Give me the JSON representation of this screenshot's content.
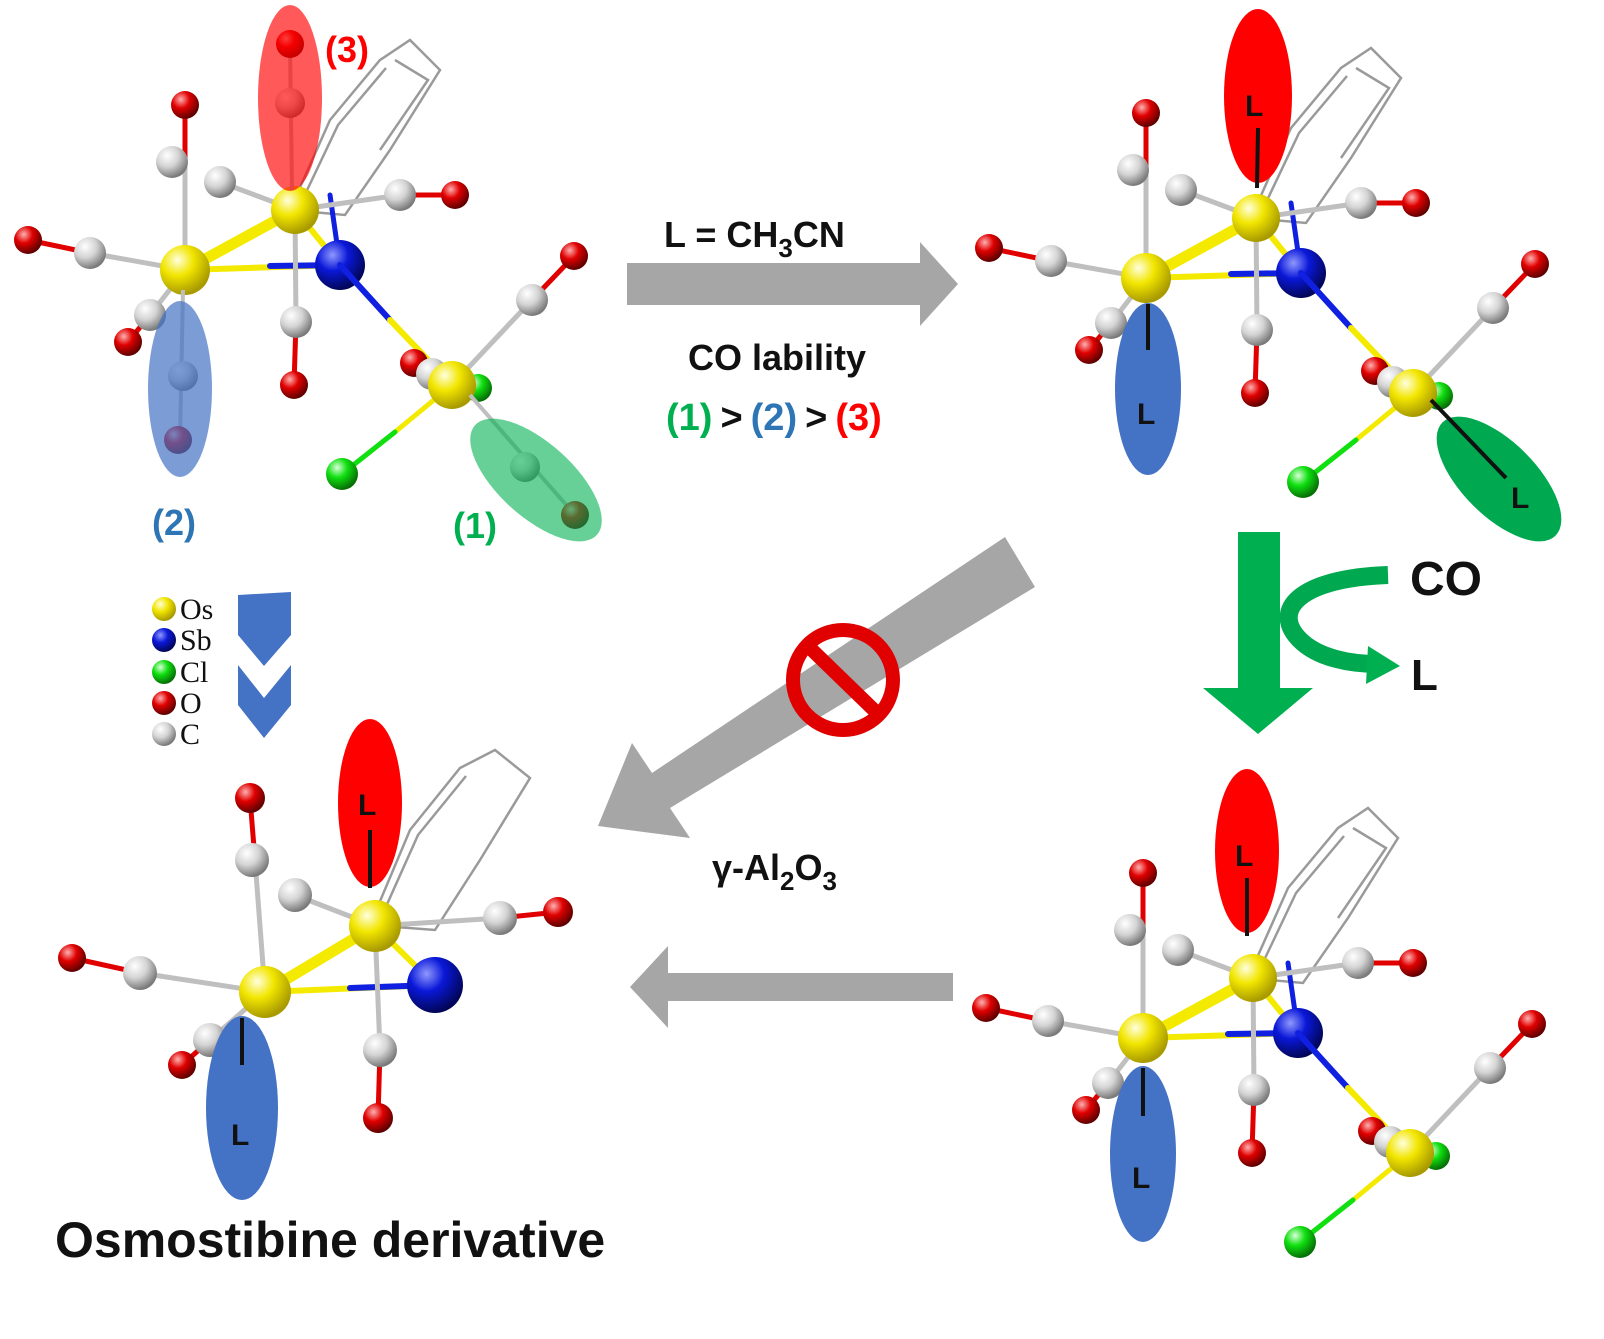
{
  "colors": {
    "os": "#f2e600",
    "sb": "#0a18d8",
    "cl": "#10e010",
    "o": "#e00000",
    "c": "#cfcfcf",
    "ellipse_red": "#ff0000",
    "ellipse_blue": "#4472c4",
    "ellipse_green": "#00b050",
    "label_red": "#ff0000",
    "label_blue": "#2e75b6",
    "label_green": "#00b050",
    "arrow_gray": "#a6a6a6",
    "arrow_green": "#00b050"
  },
  "top_left": {
    "label_1": "(1)",
    "label_2": "(2)",
    "label_3": "(3)"
  },
  "reaction_1": {
    "condition_L": "L = CH",
    "condition_sub": "3",
    "condition_tail": "CN",
    "co_lability": "CO lability",
    "order_1": "(1)",
    "gt1": ">",
    "order_2": "(2)",
    "gt2": ">",
    "order_3": "(3)"
  },
  "reaction_2": {
    "co": "CO",
    "l": "L"
  },
  "reaction_3": {
    "alumina_pre": "γ-Al",
    "alumina_sub1": "2",
    "alumina_mid": "O",
    "alumina_sub2": "3"
  },
  "ligand_label": "L",
  "legend": [
    {
      "symbol": "Os",
      "color_key": "os"
    },
    {
      "symbol": "Sb",
      "color_key": "sb"
    },
    {
      "symbol": "Cl",
      "color_key": "cl"
    },
    {
      "symbol": "O",
      "color_key": "o"
    },
    {
      "symbol": "C",
      "color_key": "c"
    }
  ],
  "bottom_title": "Osmostibine derivative"
}
